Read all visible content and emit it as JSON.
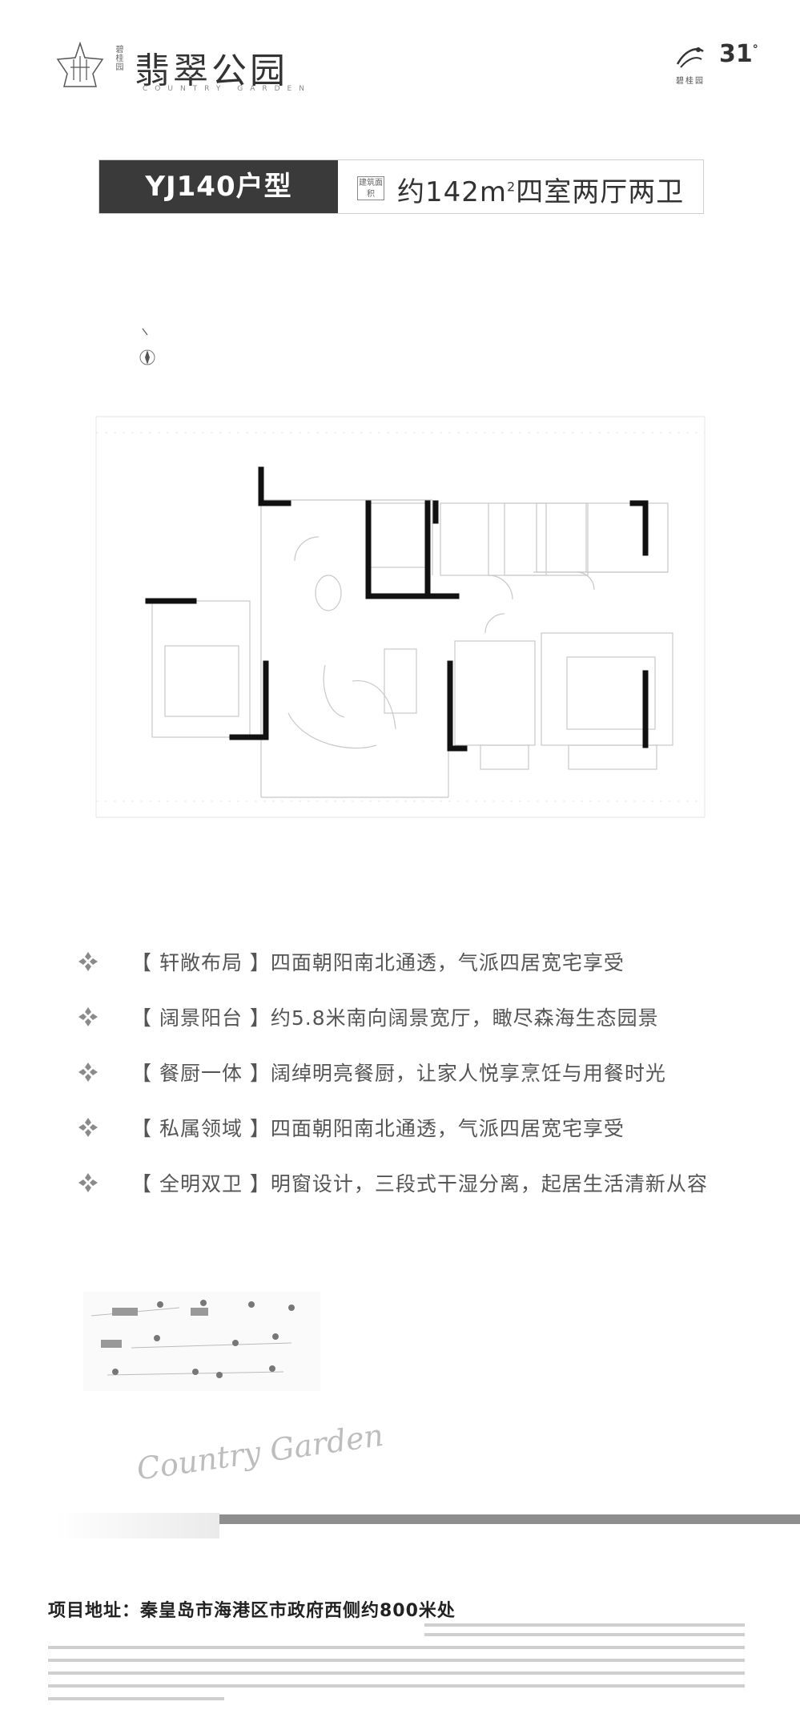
{
  "header": {
    "brand_small": "碧桂园",
    "brand_title": "翡翠公园",
    "brand_sub": "COUNTRY GARDEN",
    "corp_name": "碧桂园",
    "corp_number": "31",
    "corp_number_sup": "°"
  },
  "banner": {
    "unit_type": "YJ140户型",
    "area_label": "建筑面积",
    "area_prefix": "约142m",
    "area_sup": "2",
    "area_suffix": "四室两厅两卫"
  },
  "features": [
    {
      "text": "【 轩敞布局 】四面朝阳南北通透，气派四居宽宅享受"
    },
    {
      "text": "【 阔景阳台 】约5.8米南向阔景宽厅，瞰尽森海生态园景"
    },
    {
      "text": "【 餐厨一体 】阔绰明亮餐厨，让家人悦享烹饪与用餐时光"
    },
    {
      "text": "【 私属领域 】四面朝阳南北通透，气派四居宽宅享受"
    },
    {
      "text": "【 全明双卫 】明窗设计，三段式干湿分离，起居生活清新从容"
    }
  ],
  "footer": {
    "script_text": "Country Garden",
    "address": "项目地址：秦皇岛市海港区市政府西侧约800米处"
  },
  "colors": {
    "banner_dark": "#3a3a3a",
    "wall": "#111111",
    "thin_line": "#c8c8c8",
    "footer_bar": "#8e8e8e"
  }
}
